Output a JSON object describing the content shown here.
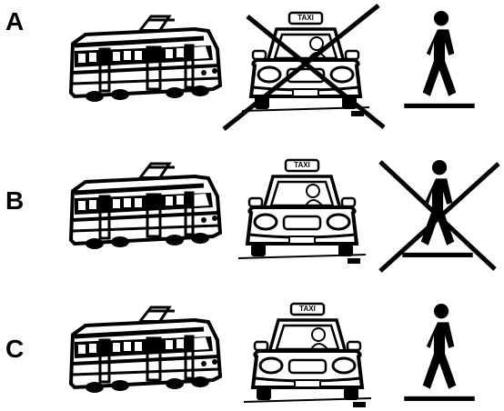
{
  "rows": [
    {
      "label": "A",
      "crossed": [
        "taxi"
      ]
    },
    {
      "label": "B",
      "crossed": [
        "pedestrian"
      ]
    },
    {
      "label": "C",
      "crossed": []
    }
  ],
  "taxi_sign": "TAXI",
  "icons": [
    "tram-icon",
    "taxi-icon",
    "pedestrian-icon",
    "cross-out-mark"
  ],
  "colors": {
    "ink": "#000000",
    "background": "#ffffff"
  }
}
